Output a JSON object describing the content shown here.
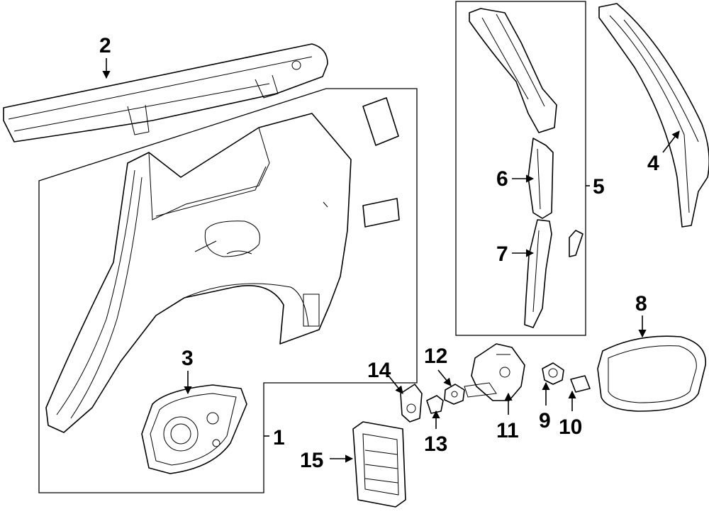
{
  "callouts": [
    {
      "id": "1",
      "label": "1"
    },
    {
      "id": "2",
      "label": "2"
    },
    {
      "id": "3",
      "label": "3"
    },
    {
      "id": "4",
      "label": "4"
    },
    {
      "id": "5",
      "label": "5"
    },
    {
      "id": "6",
      "label": "6"
    },
    {
      "id": "7",
      "label": "7"
    },
    {
      "id": "8",
      "label": "8"
    },
    {
      "id": "9",
      "label": "9"
    },
    {
      "id": "10",
      "label": "10"
    },
    {
      "id": "11",
      "label": "11"
    },
    {
      "id": "12",
      "label": "12"
    },
    {
      "id": "13",
      "label": "13"
    },
    {
      "id": "14",
      "label": "14"
    },
    {
      "id": "15",
      "label": "15"
    }
  ],
  "colors": {
    "line": "#000000",
    "background": "#ffffff"
  }
}
